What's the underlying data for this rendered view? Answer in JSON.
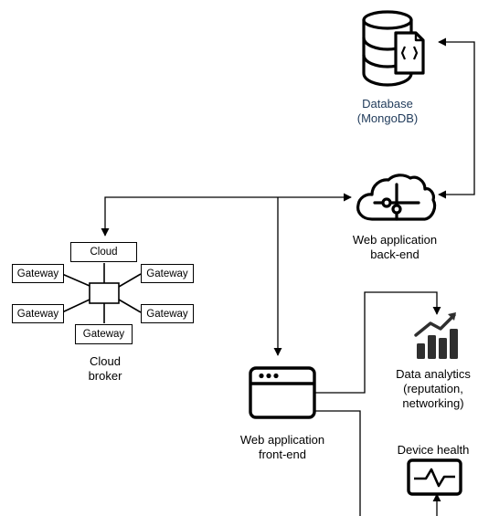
{
  "database": {
    "label_line1": "Database",
    "label_line2": "(MongoDB)"
  },
  "backend": {
    "label_line1": "Web application",
    "label_line2": "back-end"
  },
  "frontend": {
    "label_line1": "Web application",
    "label_line2": "front-end"
  },
  "analytics": {
    "label_line1": "Data analytics",
    "label_line2": "(reputation,",
    "label_line3": "networking)"
  },
  "device_health": {
    "label": "Device health"
  },
  "broker": {
    "label_line1": "Cloud",
    "label_line2": "broker",
    "cloud_box": "Cloud",
    "gateway_box": "Gateway"
  },
  "colors": {
    "line": "#000000",
    "database_label": "#1f3a5a"
  }
}
